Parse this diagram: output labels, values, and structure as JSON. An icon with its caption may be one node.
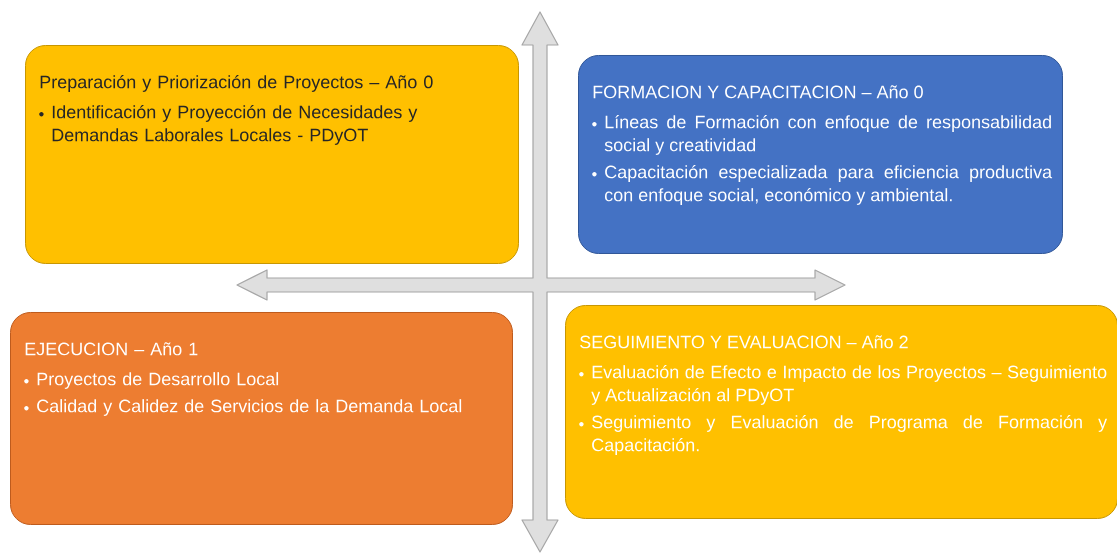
{
  "diagram": {
    "nodes": [
      {
        "text": [
          "Preparación y Priorización de Proyectos – Año 0",
          "Identificación y Proyección de Necesidades y Demandas Laborales Locales - PDyOT"
        ]
      },
      {
        "text": [
          "FORMACION Y CAPACITACION – Año 0",
          "Líneas de Formación con enfoque de responsabilidad social y creatividad",
          "Capacitación especializada para eficiencia productiva con enfoque social, económico y ambiental."
        ]
      },
      {
        "text": [
          "EJECUCION – Año 1",
          "Proyectos de Desarrollo Local",
          "Calidad y Calidez de Servicios de la Demanda Local"
        ]
      },
      {
        "text": [
          "SEGUIMIENTO Y EVALUACION – Año 2",
          "Evaluación de Efecto e Impacto de los Proyectos – Seguimiento y Actualización al PDyOT",
          "Seguimiento y Evaluación de Programa de Formación y Capacitación."
        ]
      }
    ]
  }
}
